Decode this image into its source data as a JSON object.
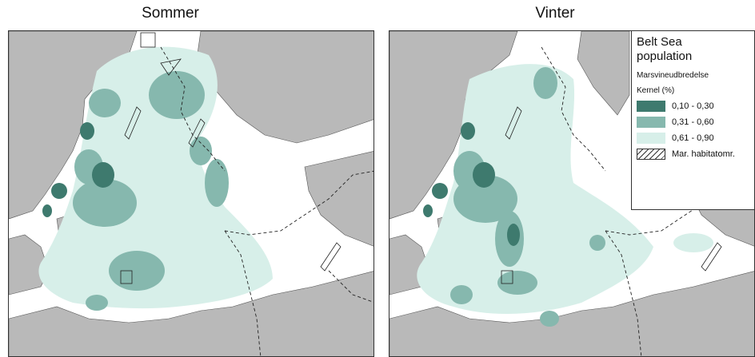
{
  "panels": {
    "left_title": "Sommer",
    "right_title": "Vinter"
  },
  "legend": {
    "title": "Belt Sea population",
    "subtitle_1": "Marsvineudbredelse",
    "subtitle_2": "Kernel (%)",
    "classes": [
      {
        "label": "0,10 - 0,30",
        "color": "#3e7a6e"
      },
      {
        "label": "0,31 - 0,60",
        "color": "#86b8ae"
      },
      {
        "label": "0,61 - 0,90",
        "color": "#d7efe9"
      }
    ],
    "habitat_label": "Mar. habitatomr."
  },
  "colors": {
    "land": "#b9b9b9",
    "sea": "#ffffff",
    "border": "#333333"
  }
}
